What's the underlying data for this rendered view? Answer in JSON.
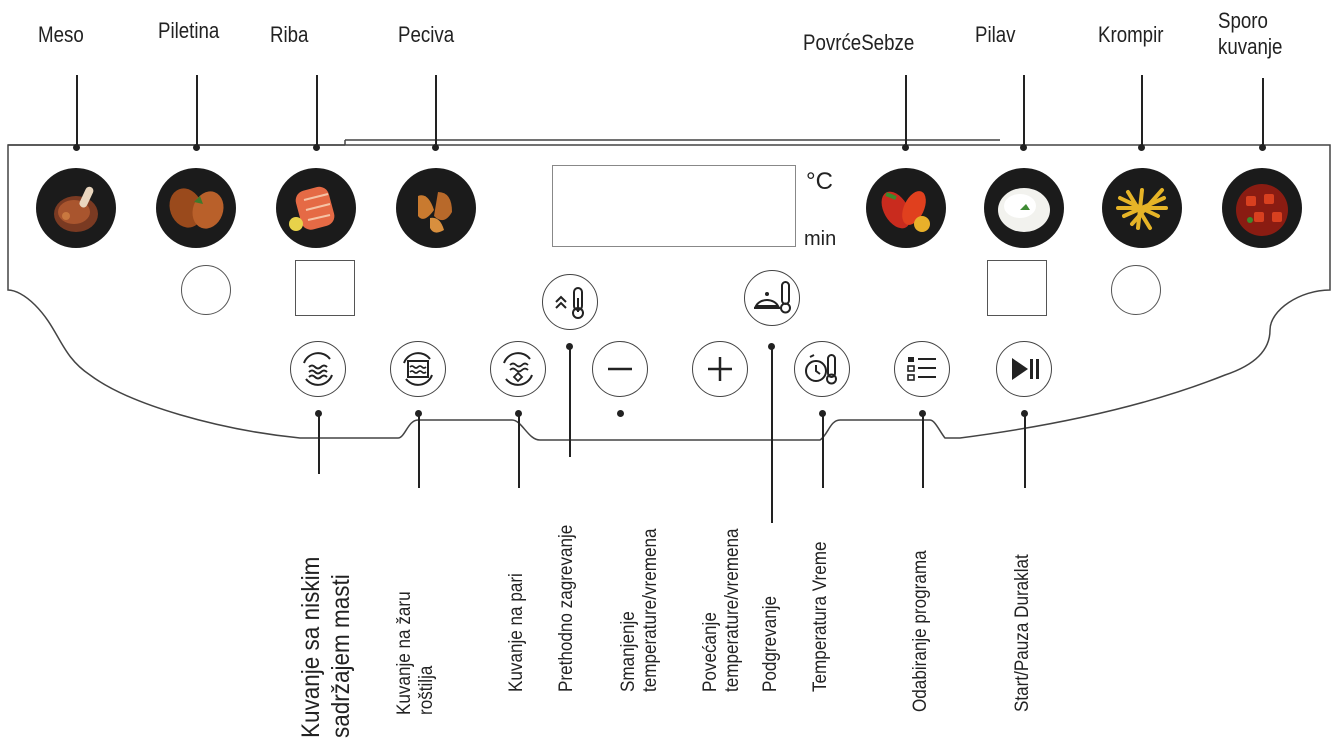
{
  "programs": {
    "meso": "Meso",
    "piletina": "Piletina",
    "riba": "Riba",
    "peciva": "Peciva",
    "povrce": "PovrćeSebze",
    "pilav": "Pilav",
    "krompir": "Krompir",
    "sporo_line1": "Sporo",
    "sporo_line2": "kuvanje"
  },
  "display": {
    "unit_temp": "°C",
    "unit_time": "min"
  },
  "buttons": {
    "low_fat": {
      "line1": "Kuvanje sa niskim",
      "line2": "sadržajem masti",
      "icon": "low-fat-cook-icon"
    },
    "grill": {
      "line1": "Kuvanje na žaru",
      "line2": "roštilja",
      "icon": "grill-cook-icon"
    },
    "steam": {
      "line1": "Kuvanje na pari",
      "icon": "steam-cook-icon"
    },
    "preheat": {
      "line1": "Prethodno zagrevanje",
      "icon": "preheat-icon"
    },
    "minus": {
      "line1": "Smanjenje",
      "line2": "temperature/vremena",
      "icon": "minus-icon"
    },
    "plus": {
      "line1": "Povećanje",
      "line2": "temperature/vremena",
      "icon": "plus-icon"
    },
    "reheat": {
      "line1": "Podgrevanje",
      "icon": "reheat-icon"
    },
    "temp_time": {
      "line1": "Temperatura Vreme",
      "icon": "temp-time-icon"
    },
    "program": {
      "line1": "Odabiranje programa",
      "icon": "program-list-icon"
    },
    "start": {
      "line1": "Start/Pauza Duraklat",
      "icon": "play-pause-icon"
    }
  }
}
